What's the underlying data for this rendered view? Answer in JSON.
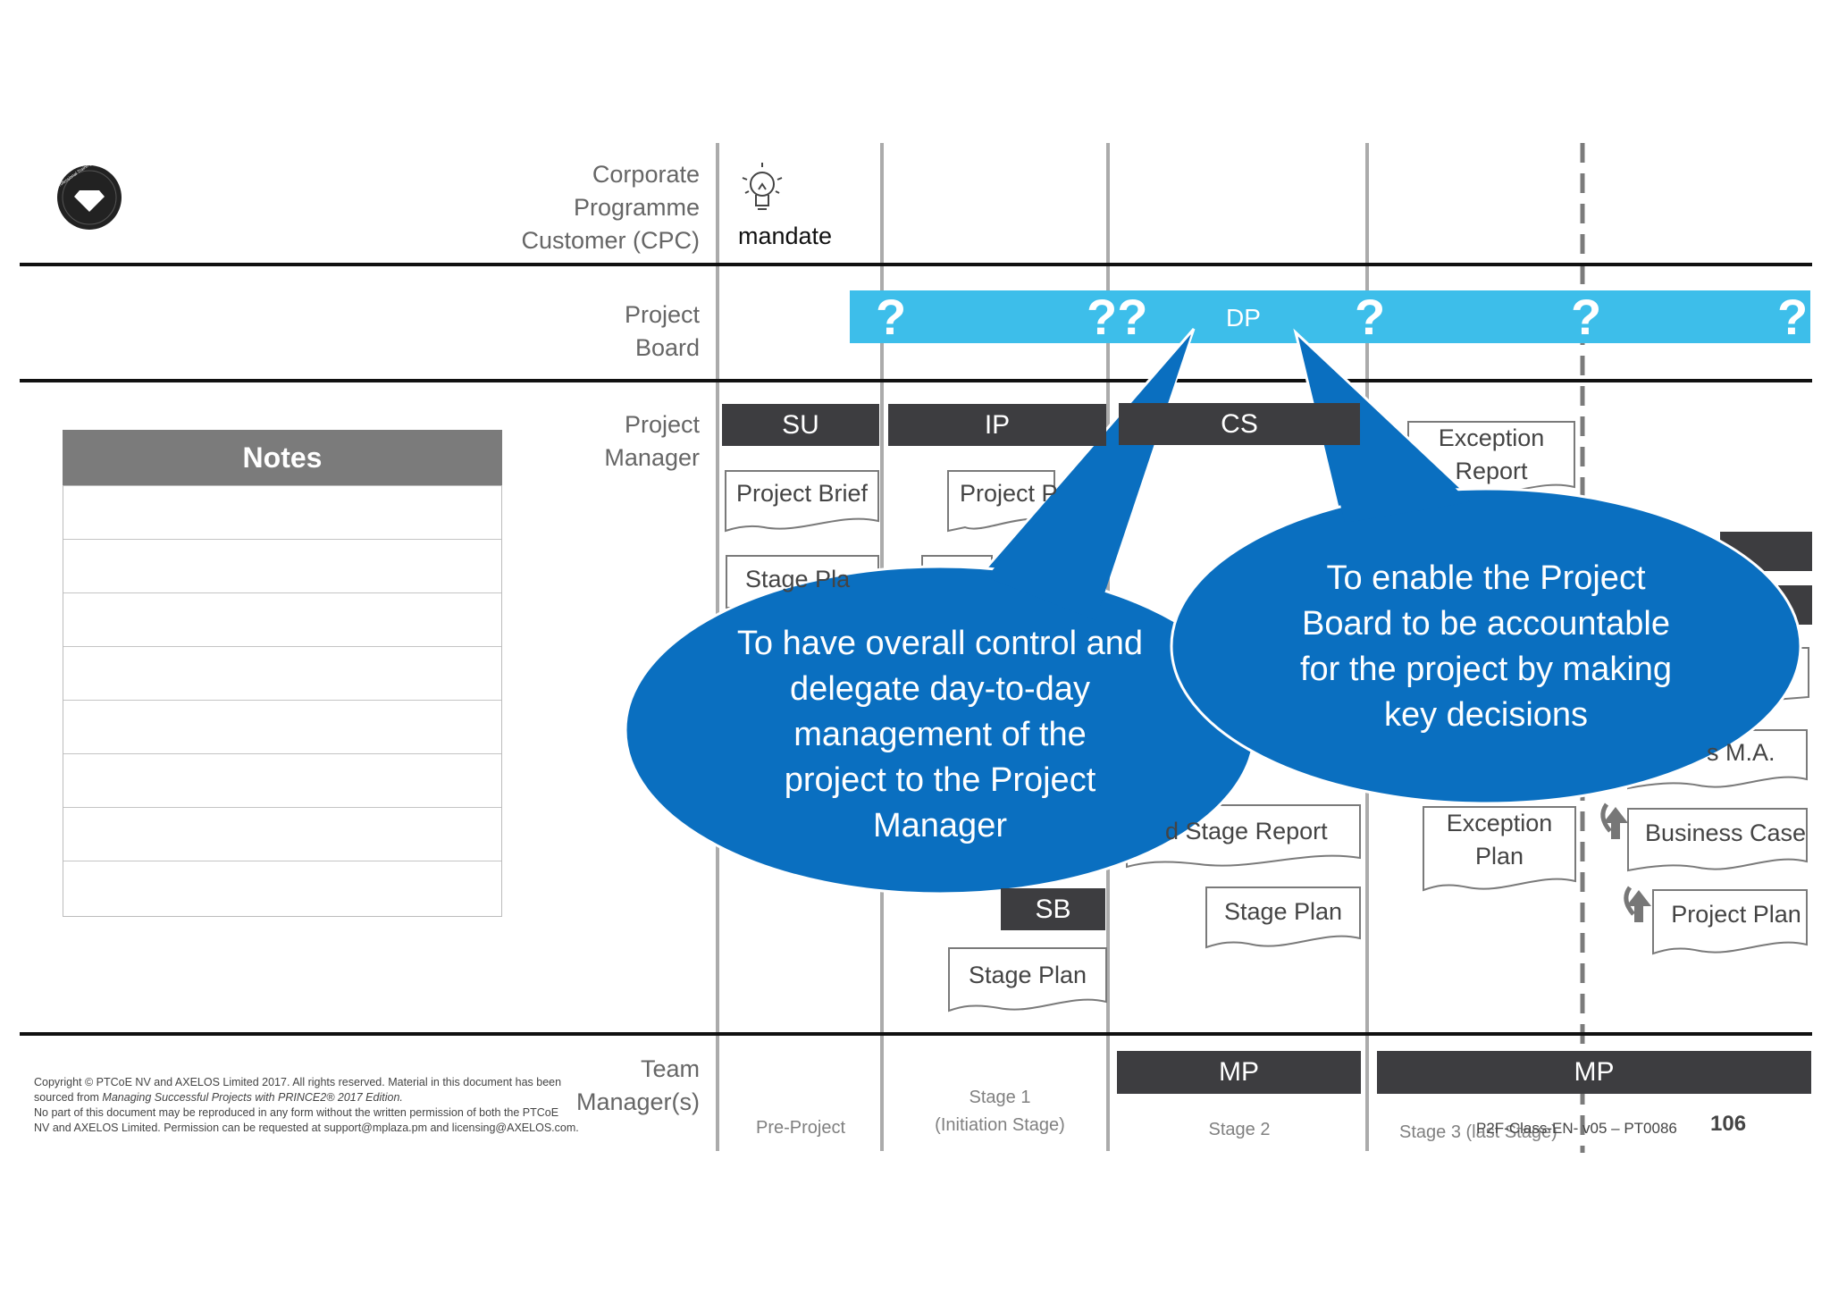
{
  "lanes": {
    "cpc": [
      "Corporate",
      "Programme",
      "Customer (CPC)"
    ],
    "project_board": [
      "Project",
      "Board"
    ],
    "project_manager": [
      "Project",
      "Manager"
    ],
    "team_manager": [
      "Team",
      "Manager(s)"
    ]
  },
  "mandate": {
    "label": "mandate",
    "icon": "lightbulb-icon"
  },
  "board_bar": {
    "label": "DP",
    "color": "#3dbeea",
    "question_marks": [
      "?",
      "??",
      "?",
      "?",
      "?"
    ]
  },
  "processes": {
    "su": "SU",
    "ip": "IP",
    "cs": "CS",
    "sb": "SB",
    "mp1": "MP",
    "mp2": "MP"
  },
  "documents": {
    "project_brief": "Project Brief",
    "project_partial": "Project P",
    "stage_plan_partial": "Stage Pla",
    "exception_report": [
      "Exception",
      "Report"
    ],
    "exception_plan": [
      "Exception",
      "Plan"
    ],
    "end_stage_report": "d Stage Report",
    "stage_plan_1": "Stage Plan",
    "stage_plan_2": "Stage Plan",
    "lessons_partial": "s M.A.",
    "business_case": "Business Case",
    "project_plan": "Project Plan"
  },
  "stages": {
    "pre_project": "Pre-Project",
    "stage1": [
      "Stage 1",
      "(Initiation Stage)"
    ],
    "stage2": "Stage 2",
    "stage3": "Stage 3 (last Stage)"
  },
  "notes": {
    "title": "Notes",
    "rows": 8
  },
  "callouts": {
    "left": [
      "To have overall control and",
      "delegate day-to-day",
      "management of the",
      "project to the Project",
      "Manager"
    ],
    "right": [
      "To enable the Project",
      "Board to be accountable",
      "for the project by making",
      "key decisions"
    ],
    "color": "#0a6fc0"
  },
  "logo": {
    "text": [
      "Professional Training",
      "Centre of Excellence"
    ],
    "icon": "diamond-icon"
  },
  "footer": {
    "copyright": [
      "Copyright © PTCoE NV and AXELOS Limited 2017. All rights reserved. Material in this document has been",
      "sourced from ",
      "Managing Successful Projects with PRINCE2® 2017 Edition.",
      "No part of this document may be reproduced in any form without the written permission of both the PTCoE",
      "NV and AXELOS Limited. Permission can be requested at support@mplaza.pm and licensing@AXELOS.com."
    ],
    "course_code": "P2F-Class-EN- v05 – PT0086",
    "page_number": "106"
  }
}
